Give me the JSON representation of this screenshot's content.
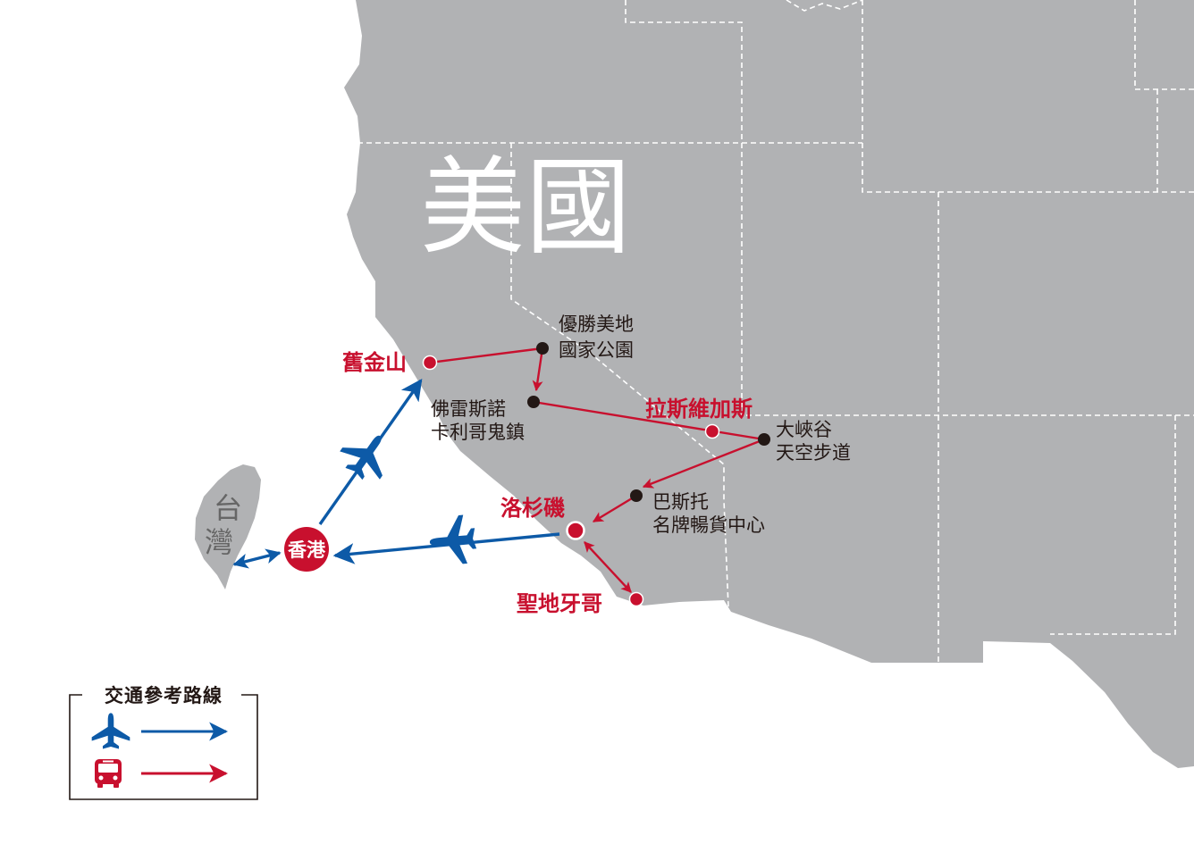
{
  "colors": {
    "land": "#b1b2b4",
    "border": "#ffffff",
    "flight": "#0d5aa7",
    "bus": "#c8102e",
    "poi": "#231815",
    "text_dark": "#231815"
  },
  "map": {
    "country": "美國",
    "taiwan": "台灣",
    "hongkong": "香港",
    "cities": {
      "san_francisco": "舊金山",
      "las_vegas": "拉斯維加斯",
      "los_angeles": "洛杉磯",
      "san_diego": "聖地牙哥"
    },
    "pois": {
      "yosemite_line1": "優勝美地",
      "yosemite_line2": "國家公園",
      "calico_line1": "佛雷斯諾",
      "calico_line2": "卡利哥鬼鎮",
      "grand_canyon_line1": "大峽谷",
      "grand_canyon_line2": "天空步道",
      "barstow_line1": "巴斯托",
      "barstow_line2": "名牌暢貨中心"
    }
  },
  "legend": {
    "title": "交通參考路線",
    "items": [
      {
        "icon": "airplane-icon",
        "mode": "flight"
      },
      {
        "icon": "bus-icon",
        "mode": "bus"
      }
    ]
  }
}
